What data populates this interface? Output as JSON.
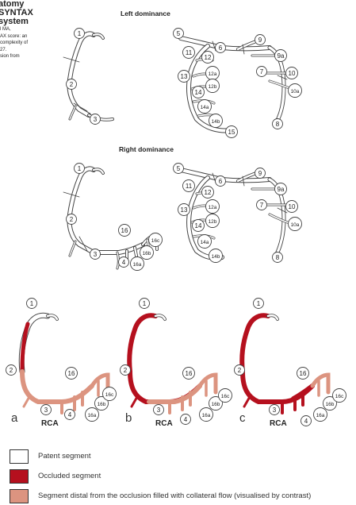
{
  "header": {
    "title_lines": [
      "atomy",
      "SYNTAX",
      "system"
    ],
    "small_lines": [
      "l MA,",
      "AX score: an",
      "complexity of",
      "27.",
      "sion from"
    ]
  },
  "sections": {
    "left_dominance": "Left dominance",
    "right_dominance": "Right dominance"
  },
  "segments": {
    "s1": "1",
    "s2": "2",
    "s3": "3",
    "s4": "4",
    "s5": "5",
    "s6": "6",
    "s7": "7",
    "s8": "8",
    "s9": "9",
    "s9a": "9a",
    "s10": "10",
    "s10a": "10a",
    "s11": "11",
    "s12": "12",
    "s12a": "12a",
    "s12b": "12b",
    "s13": "13",
    "s14": "14",
    "s14a": "14a",
    "s14b": "14b",
    "s15": "15",
    "s16": "16",
    "s16a": "16a",
    "s16b": "16b",
    "s16c": "16c"
  },
  "panels": [
    {
      "letter": "a",
      "label": "RCA"
    },
    {
      "letter": "b",
      "label": "RCA"
    },
    {
      "letter": "c",
      "label": "RCA"
    }
  ],
  "colors": {
    "patent": "#ffffff",
    "occluded": "#b5101e",
    "collateral": "#dc9480",
    "outline": "#444444"
  },
  "legend": [
    {
      "label": "Patent segment",
      "color": "#ffffff"
    },
    {
      "label": "Occluded segment",
      "color": "#b5101e"
    },
    {
      "label": "Segment distal from the occlusion filled with collateral flow (visualised by contrast)",
      "color": "#dc9480"
    }
  ]
}
